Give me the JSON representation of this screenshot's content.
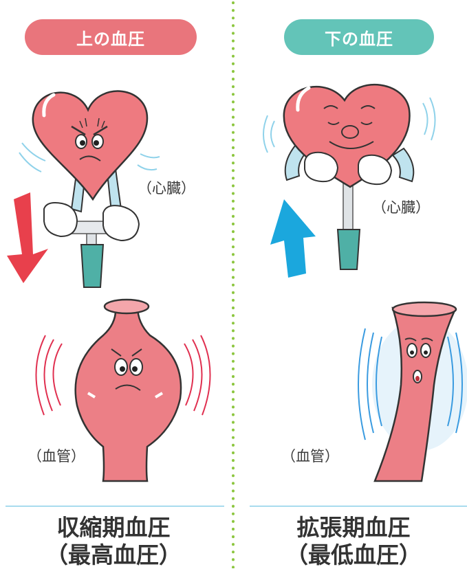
{
  "left": {
    "badge": "上の血圧",
    "heart_label": "（心臓）",
    "vessel_label": "（血管）",
    "caption_line1": "収縮期血圧",
    "caption_line2": "（最高血圧）",
    "badge_color": "#e9757c",
    "arrow_direction": "down",
    "arrow_color": "#e8404c"
  },
  "right": {
    "badge": "下の血圧",
    "heart_label": "（心臓）",
    "vessel_label": "（血管）",
    "caption_line1": "拡張期血圧",
    "caption_line2": "（最低血圧）",
    "badge_color": "#63c4b8",
    "arrow_direction": "up",
    "arrow_color": "#1ba7dd"
  },
  "colors": {
    "heart": "#ee7a80",
    "vessel": "#ec7f86",
    "divider": "#8cc63f",
    "rule": "#5dbee0",
    "pump_handle": "#4fb0a6"
  }
}
